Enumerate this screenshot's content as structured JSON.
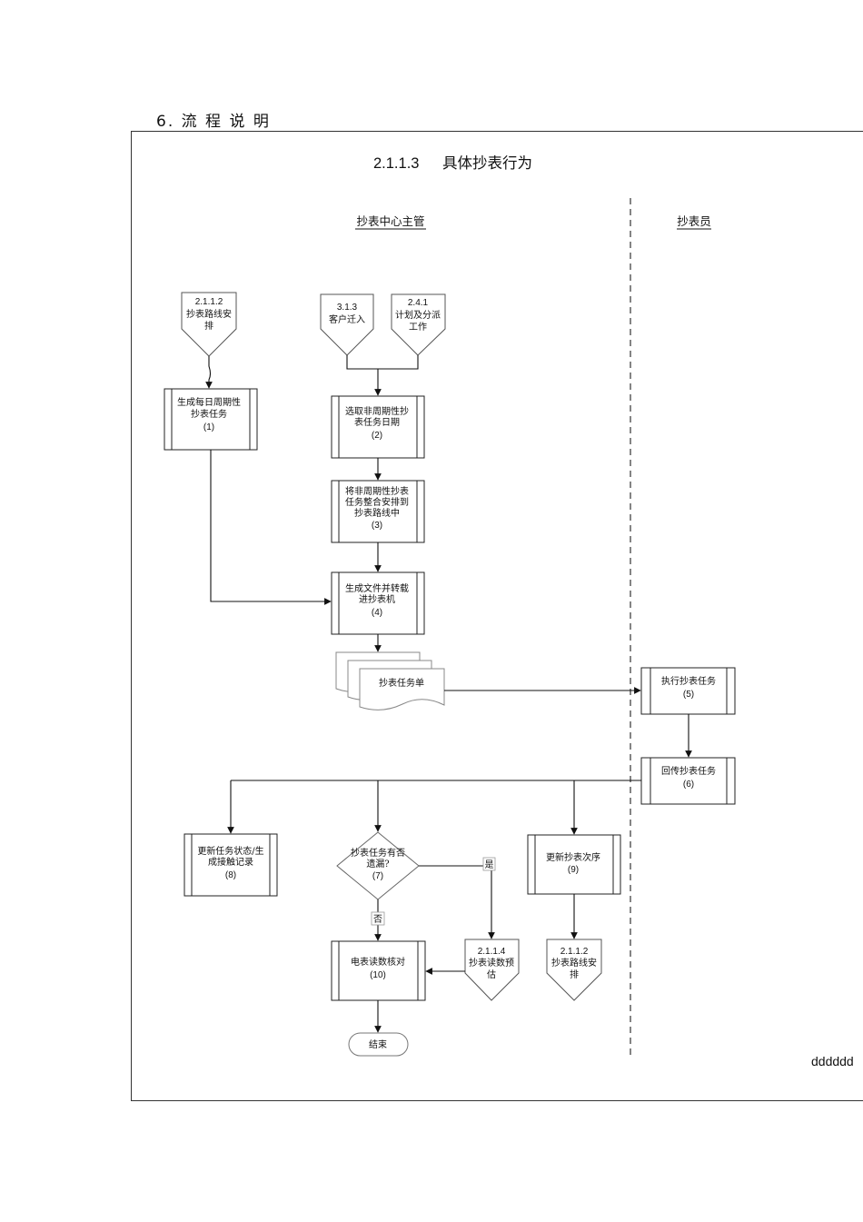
{
  "section": {
    "number": "6.",
    "title": "流 程 说 明"
  },
  "diagram": {
    "title_number": "2.1.1.3",
    "title_text": "具体抄表行为",
    "lanes": {
      "left": "抄表中心主管",
      "right": "抄表员"
    },
    "refs": {
      "r1": {
        "code": "2.1.1.2",
        "line1": "抄表路线安",
        "line2": "排"
      },
      "r2": {
        "code": "3.1.3",
        "line1": "客户迁入"
      },
      "r3": {
        "code": "2.4.1",
        "line1": "计划及分派",
        "line2": "工作"
      },
      "r4": {
        "code": "2.1.1.4",
        "line1": "抄表读数预",
        "line2": "估"
      },
      "r5": {
        "code": "2.1.1.2",
        "line1": "抄表路线安",
        "line2": "排"
      }
    },
    "processes": {
      "p1": {
        "line1": "生成每日周期性",
        "line2": "抄表任务",
        "num": "(1)"
      },
      "p2": {
        "line1": "选取非周期性抄",
        "line2": "表任务日期",
        "num": "(2)"
      },
      "p3": {
        "line1": "将非周期性抄表",
        "line2": "任务整合安排到",
        "line3": "抄表路线中",
        "num": "(3)"
      },
      "p4": {
        "line1": "生成文件并转载",
        "line2": "进抄表机",
        "num": "(4)"
      },
      "p5": {
        "line1": "执行抄表任务",
        "num": "(5)"
      },
      "p6": {
        "line1": "回传抄表任务",
        "num": "(6)"
      },
      "p8": {
        "line1": "更新任务状态/生",
        "line2": "成接触记录",
        "num": "(8)"
      },
      "p9": {
        "line1": "更新抄表次序",
        "num": "(9)"
      },
      "p10": {
        "line1": "电表读数核对",
        "num": "(10)"
      }
    },
    "document": {
      "label": "抄表任务单"
    },
    "decision": {
      "line1": "抄表任务有否",
      "line2": "遗漏?",
      "num": "(7)",
      "yes": "是",
      "no": "否"
    },
    "end": {
      "label": "结束"
    },
    "footer_text": "dddddd"
  }
}
